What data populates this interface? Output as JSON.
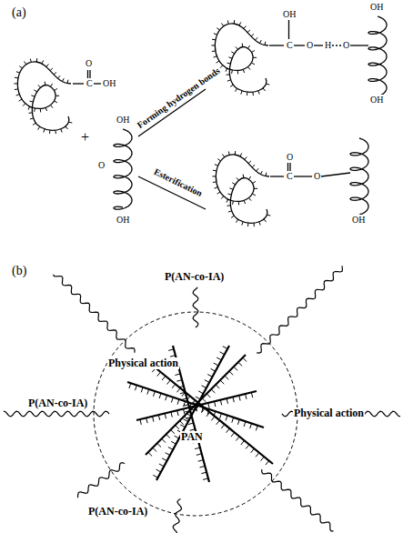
{
  "diagram": {
    "labels": [
      "(a)",
      "O",
      "C",
      "OH",
      "+",
      "OH",
      "O",
      "OH",
      "Forming hydrogen bonds",
      "Esterification",
      "OH",
      "C",
      "O",
      "H",
      "O",
      "OH",
      "OH",
      "O",
      "C",
      "O",
      "OH",
      "(b)",
      "P(AN-co-IA)",
      "Physical action",
      "P(AN-co-IA)",
      "Physical action",
      "PAN",
      "P(AN-co-IA)"
    ]
  }
}
